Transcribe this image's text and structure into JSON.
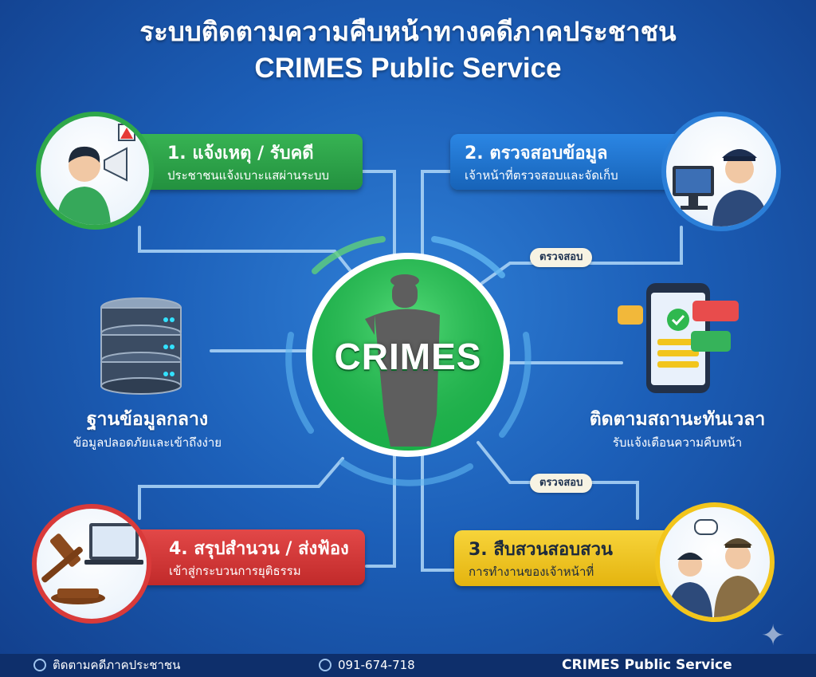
{
  "title": {
    "line1": "ระบบติดตามความคืบหน้าทางคดีภาคประชาชน",
    "line2": "CRIMES Public Service"
  },
  "center": {
    "label": "CRIMES",
    "icon": "officer-silhouette-icon"
  },
  "steps": [
    {
      "title": "1. แจ้งเหตุ / รับคดี",
      "subtitle": "ประชาชนแจ้งเบาะแสผ่านระบบ",
      "color": "#2fa84a",
      "icon": "megaphone-person-icon"
    },
    {
      "title": "2. ตรวจสอบข้อมูล",
      "subtitle": "เจ้าหน้าที่ตรวจสอบและจัดเก็บ",
      "color": "#1e78d8",
      "icon": "police-computer-icon"
    },
    {
      "title": "3. สืบสวนสอบสวน",
      "subtitle": "การทำงานของเจ้าหน้าที่",
      "color": "#f2c51c",
      "icon": "police-officers-icon"
    },
    {
      "title": "4. สรุปสำนวน / ส่งฟ้อง",
      "subtitle": "เข้าสู่กระบวนการยุติธรรม",
      "color": "#d93a3a",
      "icon": "gavel-laptop-icon"
    }
  ],
  "features": [
    {
      "title": "ฐานข้อมูลกลาง",
      "subtitle": "ข้อมูลปลอดภัยและเข้าถึงง่าย",
      "icon": "database-icon"
    },
    {
      "title": "ติดตามสถานะทันเวลา",
      "subtitle": "รับแจ้งเตือนความคืบหน้า",
      "icon": "phone-notification-icon"
    }
  ],
  "tags": [
    "ตรวจสอบ",
    "ตรวจสอบ"
  ],
  "footer": {
    "left": "ติดตามคดีภาคประชาชน",
    "middle": "091-674-718",
    "right": "CRIMES Public Service"
  },
  "colors": {
    "background": "#1c5fb8",
    "center_green": "#1fb84e",
    "wire": "#a9d2f5"
  }
}
